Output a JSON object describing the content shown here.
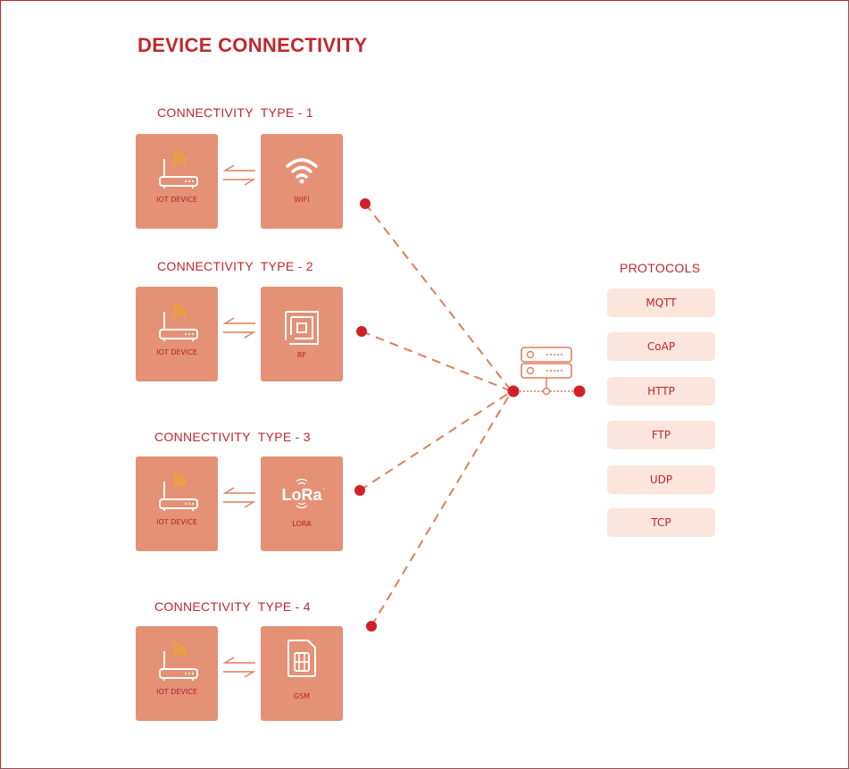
{
  "title": "DEVICE CONNECTIVITY",
  "connectivity_types": [
    {
      "title": "CONNECTIVITY  TYPE - 1",
      "device_label": "IOT DEVICE",
      "tech_label": "WIFI",
      "tech_icon": "wifi-icon"
    },
    {
      "title": "CONNECTIVITY  TYPE - 2",
      "device_label": "IOT DEVICE",
      "tech_label": "RF",
      "tech_icon": "rf-icon"
    },
    {
      "title": "CONNECTIVITY  TYPE - 3",
      "device_label": "IOT DEVICE",
      "tech_label": "LORA",
      "tech_icon": "lora-logo",
      "logo_text": "LoRa"
    },
    {
      "title": "CONNECTIVITY  TYPE - 4",
      "device_label": "IOT DEVICE",
      "tech_label": "GSM",
      "tech_icon": "sim-card-icon"
    }
  ],
  "protocols": {
    "title": "PROTOCOLS",
    "items": [
      "MQTT",
      "CoAP",
      "HTTP",
      "FTP",
      "UDP",
      "TCP"
    ]
  },
  "colors": {
    "accent": "#c0282d",
    "card": "#e49176",
    "protocol_bg": "#fbe5dc",
    "wifi_signal": "#f5a623",
    "dashed_line": "#e07d5c"
  }
}
